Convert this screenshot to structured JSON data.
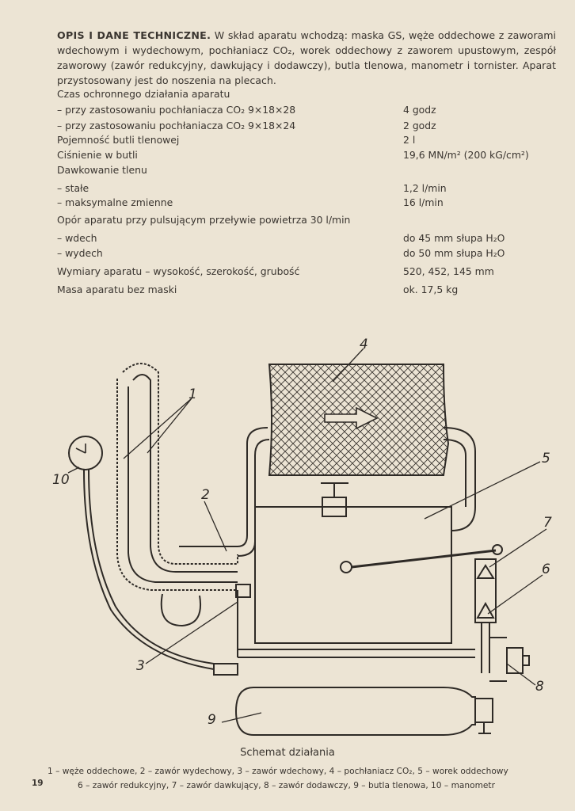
{
  "intro": {
    "heading": "OPIS I DANE TECHNICZNE.",
    "text": " W skład aparatu wchodzą: maska GS, węże oddechowe z zaworami wdechowym i wydechowym, pochłaniacz CO₂, worek oddechowy z zaworem upustowym, zespół zaworowy (zawór redukcyjny, dawkujący i dodawczy), butla tlenowa, manometr i tornister. Aparat przystosowany jest do noszenia na plecach."
  },
  "specs": [
    {
      "label": "Czas ochronnego działania aparatu",
      "value": ""
    },
    {
      "label": "– przy zastosowaniu pochłaniacza CO₂ 9×18×28",
      "value": "4 godz"
    },
    {
      "label": "– przy zastosowaniu pochłaniacza CO₂ 9×18×24",
      "value": "2 godz"
    },
    {
      "label": "Pojemność butli tlenowej",
      "value": "2 l"
    },
    {
      "label": "Ciśnienie w butli",
      "value": "19,6 MN/m² (200 kG/cm²)"
    },
    {
      "label": "Dawkowanie tlenu",
      "value": ""
    },
    {
      "label": "– stałe",
      "value": "1,2 l/min"
    },
    {
      "label": "– maksymalne zmienne",
      "value": "16 l/min"
    },
    {
      "label": "Opór aparatu przy pulsującym przeływie powietrza 30 l/min",
      "value": ""
    },
    {
      "label": "– wdech",
      "value": "do 45 mm słupa H₂O"
    },
    {
      "label": "– wydech",
      "value": "do 50 mm słupa H₂O"
    },
    {
      "label": "Wymiary aparatu – wysokość, szerokość, grubość",
      "value": "520, 452, 145 mm"
    },
    {
      "label": "Masa aparatu bez maski",
      "value": "ok. 17,5 kg"
    }
  ],
  "diagram": {
    "labels": [
      "1",
      "2",
      "3",
      "4",
      "5",
      "6",
      "7",
      "8",
      "9",
      "10"
    ]
  },
  "caption": {
    "title": "Schemat działania",
    "legend_line1": "1 – węże oddechowe, 2 – zawór wydechowy, 3 – zawór wdechowy, 4 – pochłaniacz CO₂, 5 – worek oddechowy",
    "legend_line2": "6 – zawór redukcyjny, 7 – zawór dawkujący, 8 – zawór dodawczy, 9 – butla tlenowa, 10 – manometr"
  },
  "page_number": "19"
}
